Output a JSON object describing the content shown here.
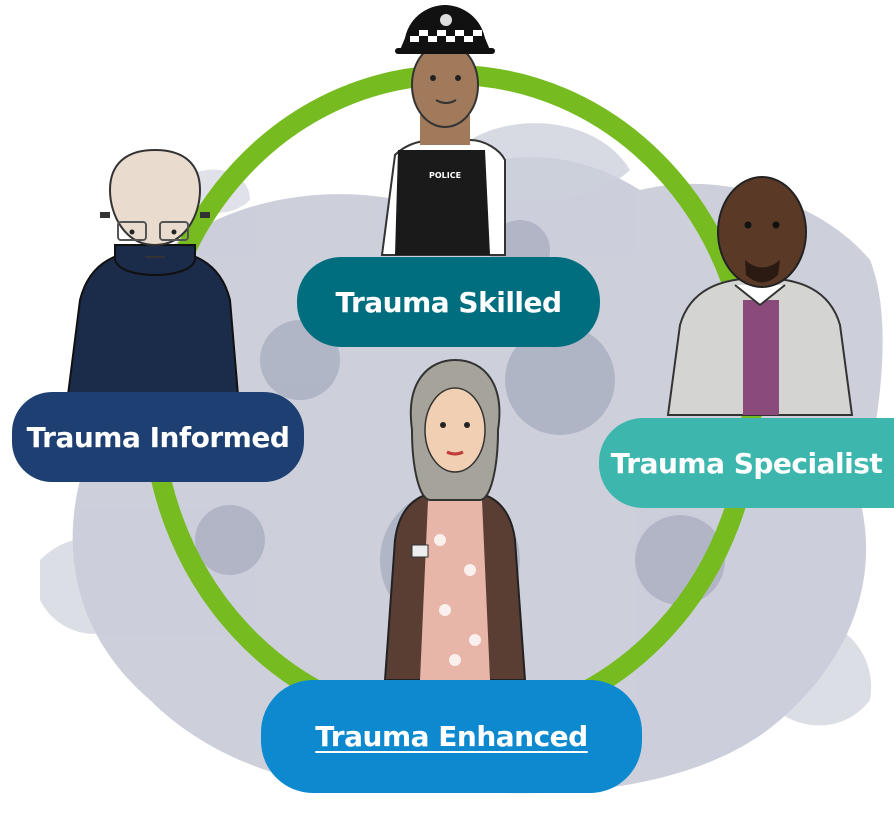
{
  "diagram": {
    "ring_color": "#76bc21",
    "splash_color": "#b9bdcc",
    "roles": [
      {
        "key": "skilled",
        "label": "Trauma Skilled",
        "color": "#006e7e",
        "character": "police-officer",
        "badge_text": "POLICE"
      },
      {
        "key": "informed",
        "label": "Trauma Informed",
        "color": "#1e3f72",
        "character": "man-in-hoodie"
      },
      {
        "key": "specialist",
        "label": "Trauma Specialist",
        "color": "#3db7ad",
        "character": "bald-man-with-beard"
      },
      {
        "key": "enhanced",
        "label": "Trauma Enhanced",
        "color": "#0d89cf",
        "character": "woman-with-lanyard",
        "is_link": true
      }
    ]
  }
}
